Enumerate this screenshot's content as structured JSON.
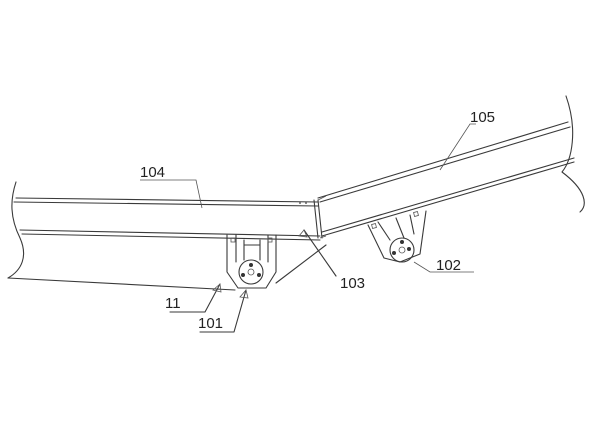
{
  "labels": {
    "l104": "104",
    "l105": "105",
    "l103": "103",
    "l102": "102",
    "l11": "11",
    "l101": "101"
  }
}
